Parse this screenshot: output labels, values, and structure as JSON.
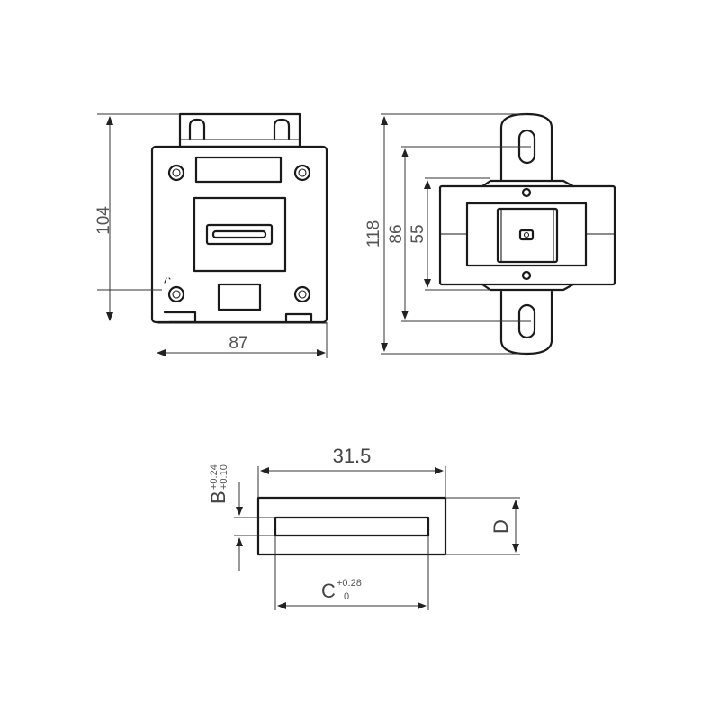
{
  "front_view": {
    "height_dim": "104",
    "width_dim": "87"
  },
  "side_view": {
    "overall_height_dim": "118",
    "slot_pitch_dim": "86",
    "body_height_dim": "55"
  },
  "busbar_window": {
    "outer_width_dim": "31.5",
    "opening_height_label": "B",
    "opening_height_tol_upper": "+0.24",
    "opening_height_tol_lower": "+0.10",
    "opening_width_label": "C",
    "opening_width_tol_upper": "+0.28",
    "opening_width_tol_lower": "0",
    "depth_label": "D"
  },
  "colors": {
    "line": "#1a1a1a",
    "dimension_text": "#555555",
    "background": "#ffffff"
  }
}
